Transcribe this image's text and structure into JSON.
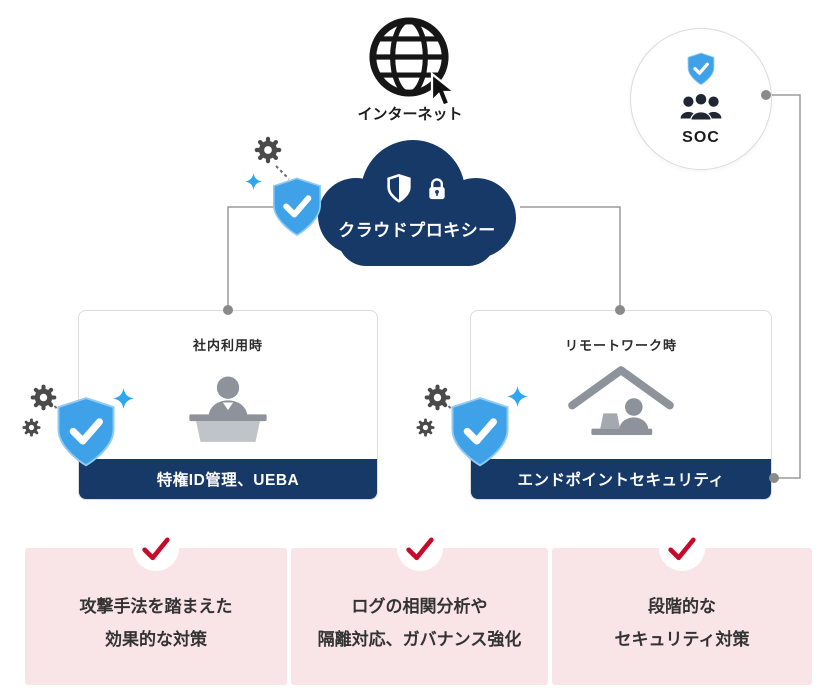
{
  "internet": {
    "label": "インターネット"
  },
  "cloud": {
    "label": "クラウドプロキシー"
  },
  "soc": {
    "label": "SOC"
  },
  "scenes": [
    {
      "title": "社内利用時",
      "solution": "特権ID管理、UEBA"
    },
    {
      "title": "リモートワーク時",
      "solution": "エンドポイントセキュリティ"
    }
  ],
  "benefits": [
    {
      "lines": [
        "攻撃手法を踏まえた",
        "効果的な対策"
      ]
    },
    {
      "lines": [
        "ログの相関分析や",
        "隔離対応、ガバナンス強化"
      ]
    },
    {
      "lines": [
        "段階的な",
        "セキュリティ対策"
      ]
    }
  ],
  "icons": {
    "internet": "globe-with-cursor",
    "cloud_security": "shield-and-lock",
    "protection": "shield-with-checkmark",
    "threat": "gear-malware",
    "sparkle": "four-point-star",
    "soc_team": "people-group",
    "office_user": "person-at-desk",
    "remote_user": "person-under-house-roof",
    "benefit_check": "red-checkmark"
  },
  "colors": {
    "navy": "#173968",
    "shield_blue": "#3fa2e9",
    "check_red": "#c60b2a",
    "benefit_pink": "#f9e4e8",
    "icon_gray": "#8d929b",
    "line_gray": "#9b9b9b"
  }
}
